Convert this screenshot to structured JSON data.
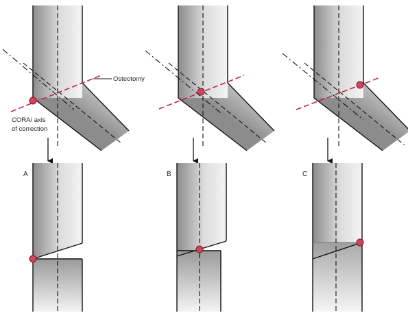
{
  "labels": {
    "osteotomy": "Osteotomy",
    "cora_line1": "CORA/ axis",
    "cora_line2": "of correction"
  },
  "panels": [
    {
      "id": "A",
      "label": "A"
    },
    {
      "id": "B",
      "label": "B"
    },
    {
      "id": "C",
      "label": "C"
    }
  ],
  "colors": {
    "osteotomy_line": "#c0254a",
    "cora_marker": "#d0445c",
    "bone_gradient_dark": "#8c8c8c",
    "bone_gradient_light": "#f2f2f2"
  }
}
